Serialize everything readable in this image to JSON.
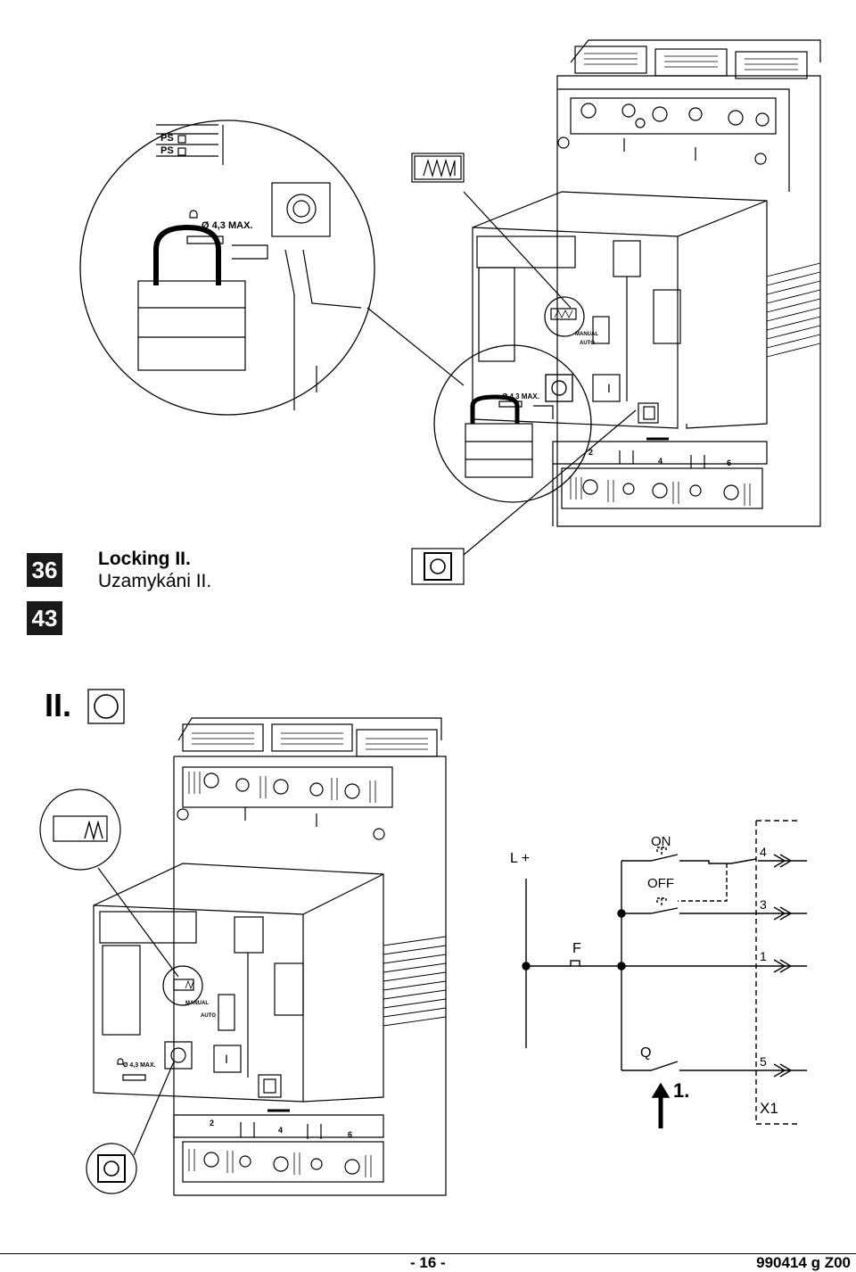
{
  "header": {
    "badge_top": "36",
    "badge_bottom": "43",
    "title": "Locking II.",
    "subtitle": "Uzamykáni II."
  },
  "top_figure": {
    "magnifier_labels": [
      "PS",
      "PS"
    ],
    "padlock_label": "Ø 4,3 MAX.",
    "manual_label": "MANUAL",
    "auto_label": "AUTO",
    "terminal_numbers": [
      "2",
      "4",
      "6"
    ]
  },
  "section": {
    "label": "II."
  },
  "bottom_figure": {
    "padlock_label": "Ø 4,3 MAX.",
    "manual_label": "MANUAL",
    "auto_label": "AUTO",
    "terminal_numbers": [
      "2",
      "4",
      "6"
    ]
  },
  "schematic": {
    "supply_label": "L +",
    "on_label": "ON",
    "off_label": "OFF",
    "fuse_label": "F",
    "breaker_label": "Q",
    "step_label": "1.",
    "connector_label": "X1",
    "terminals": [
      "4",
      "3",
      "1",
      "5"
    ]
  },
  "footer": {
    "page_number": "- 16 -",
    "document_id": "990414 g Z00"
  }
}
